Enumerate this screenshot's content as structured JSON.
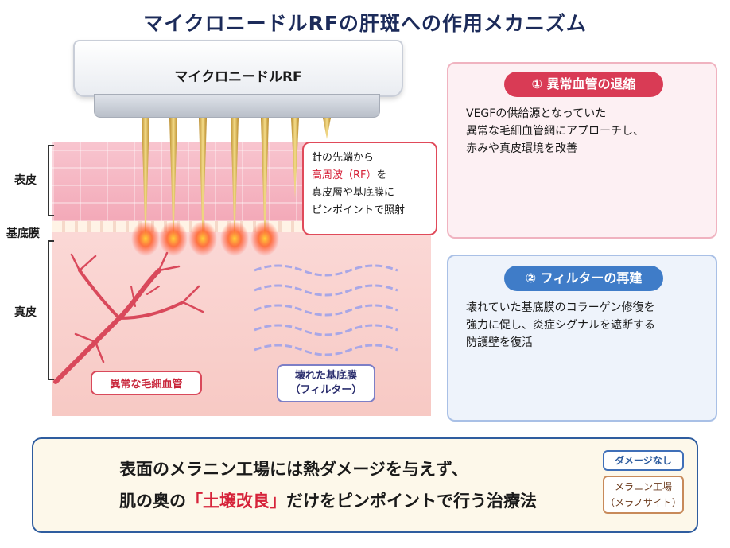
{
  "title": "マイクロニードルRFの肝斑への作用メカニズム",
  "device": {
    "label": "マイクロニードルRF"
  },
  "layers": {
    "epidermis": "表皮",
    "basement": "基底膜",
    "dermis": "真皮"
  },
  "callout": {
    "line1": "針の先端から",
    "line2_red": "高周波（RF）",
    "line2_rest": "を",
    "line3": "真皮層や基底膜に",
    "line4": "ピンポイントで照射"
  },
  "labels": {
    "vessels": "異常な毛細血管",
    "filter_line1": "壊れた基底膜",
    "filter_line2": "（フィルター）"
  },
  "panel1": {
    "title": "① 異常血管の退縮",
    "lines": [
      "VEGFの供給源となっていた",
      "異常な毛細血管網にアプローチし、",
      "赤みや真皮環境を改善"
    ]
  },
  "panel2": {
    "title": "② フィルターの再建",
    "lines": [
      "壊れていた基底膜のコラーゲン修復を",
      "強力に促し、炎症シグナルを遮断する",
      "防護壁を復活"
    ]
  },
  "bottom": {
    "line1": "表面のメラニン工場には熱ダメージを与えず、",
    "line2_pre": "肌の奥の",
    "line2_red": "「土壌改良」",
    "line2_post": "だけをピンポイントで行う治療法",
    "badge": "ダメージなし",
    "melano_line1": "メラニン工場",
    "melano_line2": "（メラノサイト）"
  },
  "colors": {
    "accent_red": "#d93b55",
    "accent_blue": "#3f7cc8",
    "navy": "#1c2b5a"
  },
  "icons": [
    "shield-icon",
    "needle-icon",
    "melanocyte-icon",
    "arrow-right-icon"
  ]
}
